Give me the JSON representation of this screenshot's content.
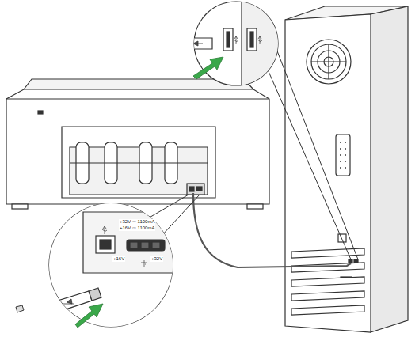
{
  "diagram": {
    "labels": [
      "+32V ⎓ 1100mA",
      "+16V ⎓ 1100mA",
      "+16V",
      "+32V"
    ]
  }
}
